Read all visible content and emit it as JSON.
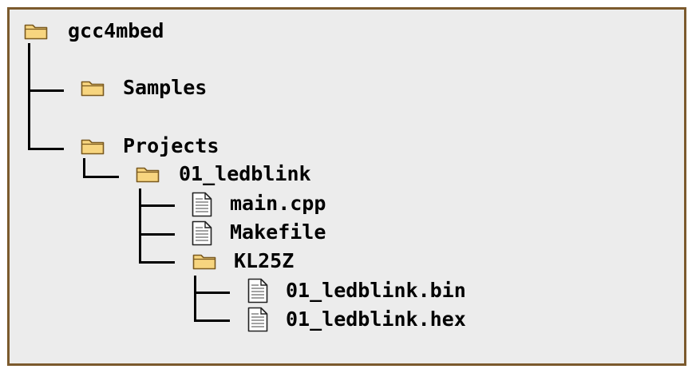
{
  "tree": {
    "root": "gcc4mbed",
    "samples": "Samples",
    "projects": "Projects",
    "project": "01_ledblink",
    "files": {
      "main": "main.cpp",
      "makefile": "Makefile"
    },
    "target": "KL25Z",
    "outputs": {
      "bin": "01_ledblink.bin",
      "hex": "01_ledblink.hex"
    }
  },
  "icons": {
    "folder": "folder-icon",
    "file": "file-icon"
  },
  "colors": {
    "frame_border": "#7b5a2d",
    "background": "#ececec",
    "folder_fill": "#f7d57f",
    "folder_stroke": "#7a5a20"
  }
}
